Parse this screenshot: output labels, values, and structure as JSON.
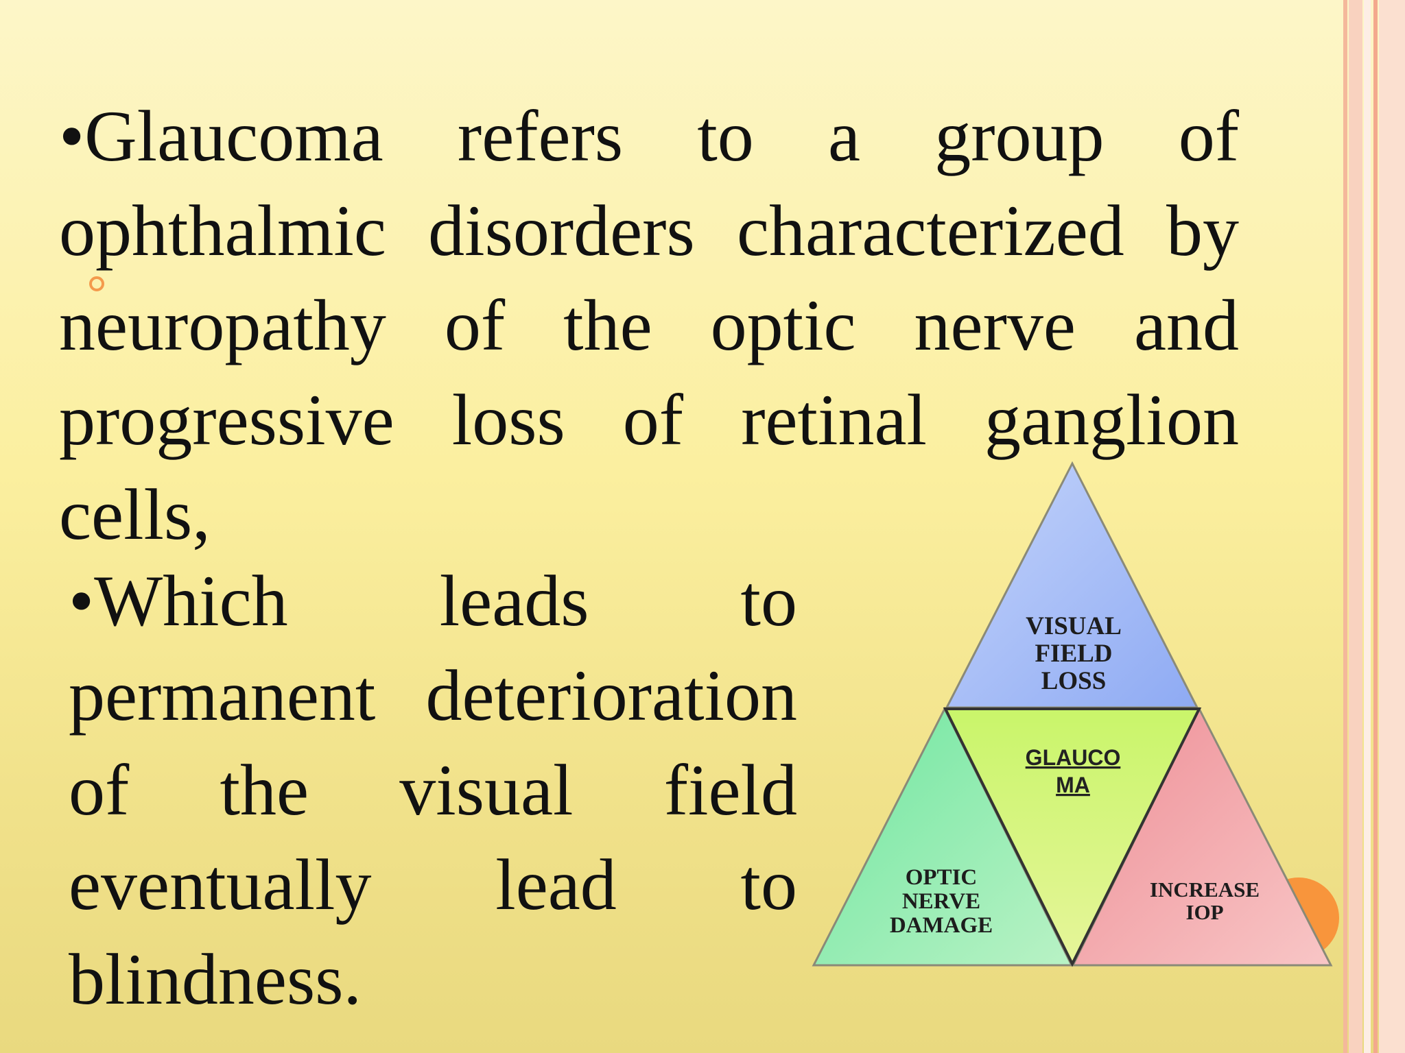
{
  "bullet_char": "•",
  "paragraphs": [
    "Glaucoma refers to a group of ophthalmic disorders characterized by neuropathy of the optic nerve and progressive loss of retinal ganglion cells,",
    "Which leads to permanent deterioration of the visual field eventually lead to blindness."
  ],
  "diagram": {
    "top_lines": [
      "VISUAL",
      "FIELD",
      "LOSS"
    ],
    "center_lines": [
      "GLAUCO",
      "MA"
    ],
    "left_lines": [
      "OPTIC",
      "NERVE",
      "DAMAGE"
    ],
    "right_lines": [
      "INCREASE",
      "IOP"
    ],
    "colors": {
      "top": "#9fb8f5",
      "center": "#d2f56a",
      "left": "#8fe8a6",
      "right": "#f2a0a6"
    }
  }
}
